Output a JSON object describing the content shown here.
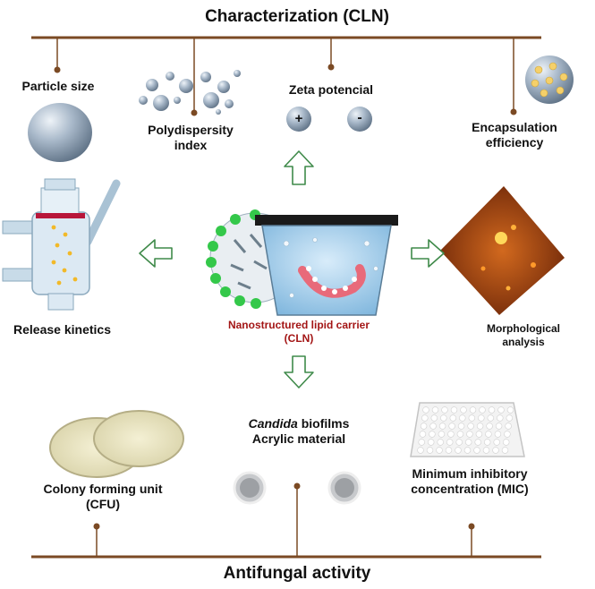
{
  "title_top": "Characterization (CLN)",
  "title_bottom": "Antifungal activity",
  "labels": {
    "particle_size": "Particle size",
    "polydispersity_1": "Polydispersity",
    "polydispersity_2": "index",
    "zeta": "Zeta potencial",
    "encapsulation_1": "Encapsulation",
    "encapsulation_2": "efficiency",
    "release": "Release kinetics",
    "center_1": "Nanostructured lipid carrier",
    "center_2": "(CLN)",
    "morph_1": "Morphological",
    "morph_2": "analysis",
    "candida_italic": "Candida",
    "candida_rest": " biofilms",
    "acrylic": "Acrylic material",
    "cfu_1": "Colony forming unit",
    "cfu_2": "(CFU)",
    "mic_1": "Minimum inhibitory",
    "mic_2": "concentration (MIC)"
  },
  "signs": {
    "plus": "+",
    "minus": "-"
  },
  "colors": {
    "bar": "#7b4a24",
    "center_text": "#a31515",
    "arrow": "#3f8a4a",
    "sphere": "#8fa3b8"
  }
}
